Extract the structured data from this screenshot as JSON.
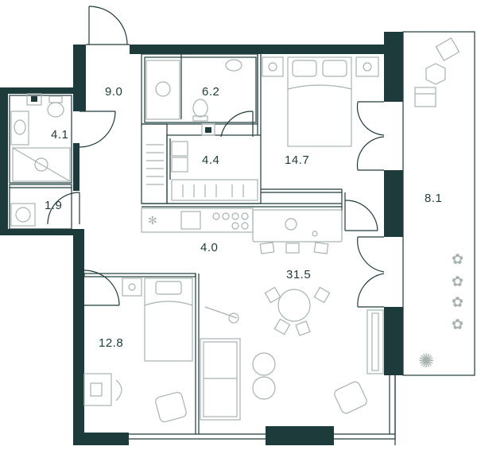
{
  "rooms": [
    {
      "id": "hall",
      "area": "9.0"
    },
    {
      "id": "bathroom",
      "area": "6.2"
    },
    {
      "id": "wc",
      "area": "4.1"
    },
    {
      "id": "laundry",
      "area": "4.4"
    },
    {
      "id": "bedroom-master",
      "area": "14.7"
    },
    {
      "id": "storage",
      "area": "1.9"
    },
    {
      "id": "corridor",
      "area": "4.0"
    },
    {
      "id": "balcony",
      "area": "8.1"
    },
    {
      "id": "living-kitchen",
      "area": "31.5"
    },
    {
      "id": "bedroom-small",
      "area": "12.8"
    }
  ],
  "colors": {
    "wall": "#1d3b3b",
    "furniture": "#a7b3b1",
    "background": "#ffffff"
  },
  "icons": [
    "bed-icon",
    "sofa-icon",
    "dining-table-icon",
    "armchair-icon",
    "desk-icon",
    "washing-machine-icon",
    "bathtub-icon",
    "toilet-icon",
    "sink-icon",
    "plant-icon",
    "stove-icon"
  ]
}
